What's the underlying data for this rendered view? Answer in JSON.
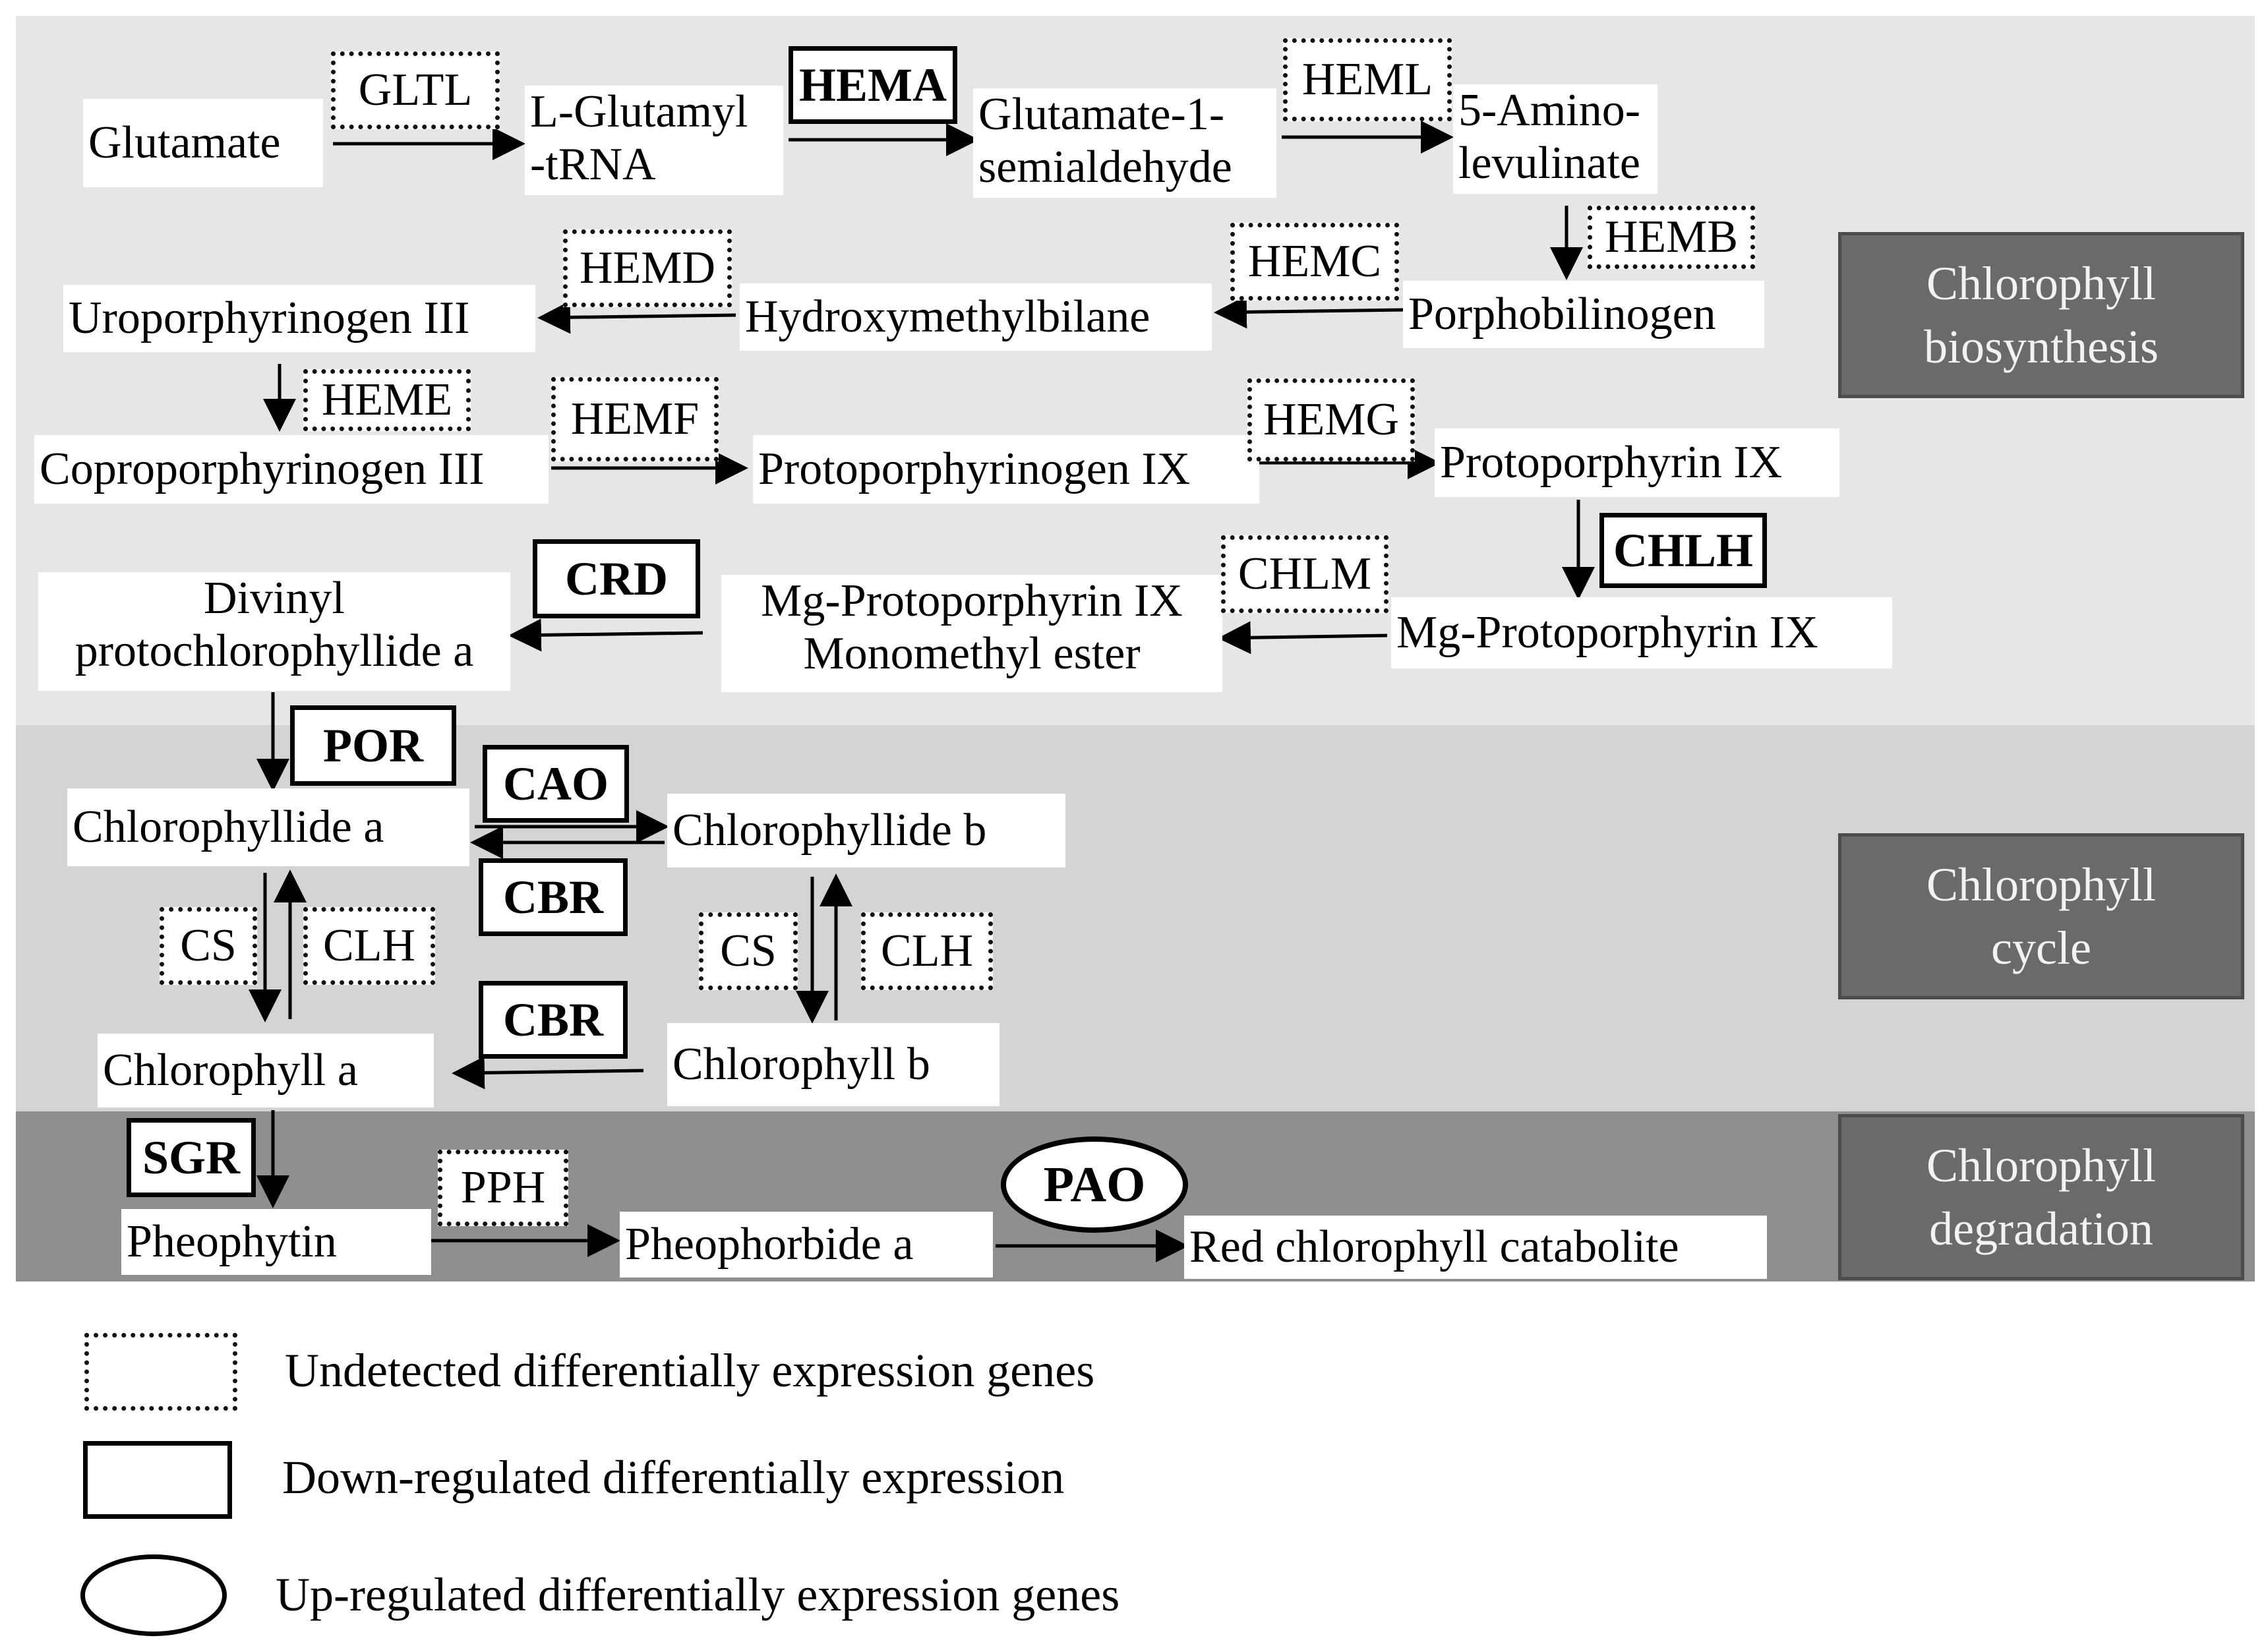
{
  "sections": {
    "biosynthesis": [
      "Chlorophyll",
      "biosynthesis"
    ],
    "cycle": [
      "Chlorophyll",
      "cycle"
    ],
    "degradation": [
      "Chlorophyll",
      "degradation"
    ]
  },
  "compounds": {
    "glutamate": "Glutamate",
    "l_glutamyl_trna": [
      "L-Glutamyl",
      "-tRNA"
    ],
    "glutamate_semialdehyde": [
      "Glutamate-1-",
      "semialdehyde"
    ],
    "aminolevulinate": [
      "5-Amino-",
      "levulinate"
    ],
    "porphobilinogen": "Porphobilinogen",
    "hydroxymethylbilane": "Hydroxymethylbilane",
    "uroporphyrinogen": "Uroporphyrinogen III",
    "coproporphyrinogen": "Coproporphyrinogen III",
    "protoporphyrinogen": "Protoporphyrinogen IX",
    "protoporphyrin": "Protoporphyrin IX",
    "mg_protoporphyrin": "Mg-Protoporphyrin IX",
    "mg_proto_ester": [
      "Mg-Protoporphyrin IX",
      "Monomethyl ester"
    ],
    "divinyl_pchlide": [
      "Divinyl",
      "protochlorophyllide a"
    ],
    "chlorophyllide_a": "Chlorophyllide a",
    "chlorophyllide_b": "Chlorophyllide b",
    "chlorophyll_a": "Chlorophyll a",
    "chlorophyll_b": "Chlorophyll b",
    "pheophytin": "Pheophytin",
    "pheophorbide": "Pheophorbide a",
    "rcc": "Red chlorophyll catabolite"
  },
  "enzymes": {
    "gltl": "GLTL",
    "hema": "HEMA",
    "heml": "HEML",
    "hemb": "HEMB",
    "hemc": "HEMC",
    "hemd": "HEMD",
    "heme": "HEME",
    "hemf": "HEMF",
    "hemg": "HEMG",
    "chlh": "CHLH",
    "chlm": "CHLM",
    "crd": "CRD",
    "por": "POR",
    "cao": "CAO",
    "cbr_1": "CBR",
    "cbr_2": "CBR",
    "cs_a": "CS",
    "clh_a": "CLH",
    "cs_b": "CS",
    "clh_b": "CLH",
    "sgr": "SGR",
    "pph": "PPH",
    "pao": "PAO"
  },
  "enzyme_status": {
    "gltl": "undetected",
    "hema": "down",
    "heml": "undetected",
    "hemb": "undetected",
    "hemc": "undetected",
    "hemd": "undetected",
    "heme": "undetected",
    "hemf": "undetected",
    "hemg": "undetected",
    "chlh": "down",
    "chlm": "undetected",
    "crd": "down",
    "por": "down",
    "cao": "down",
    "cbr_1": "down",
    "cbr_2": "down",
    "cs_a": "undetected",
    "clh_a": "undetected",
    "cs_b": "undetected",
    "clh_b": "undetected",
    "sgr": "down",
    "pph": "undetected",
    "pao": "up"
  },
  "legend": {
    "undetected": "Undetected differentially expression genes",
    "down": "Down-regulated differentially expression",
    "up": "Up-regulated differentially expression genes"
  },
  "colors": {
    "biosynthesis_band": "#e6e6e6",
    "cycle_band": "#d4d4d4",
    "degradation_band": "#8f8f8f",
    "section_label_bg": "#6a6a6a"
  }
}
